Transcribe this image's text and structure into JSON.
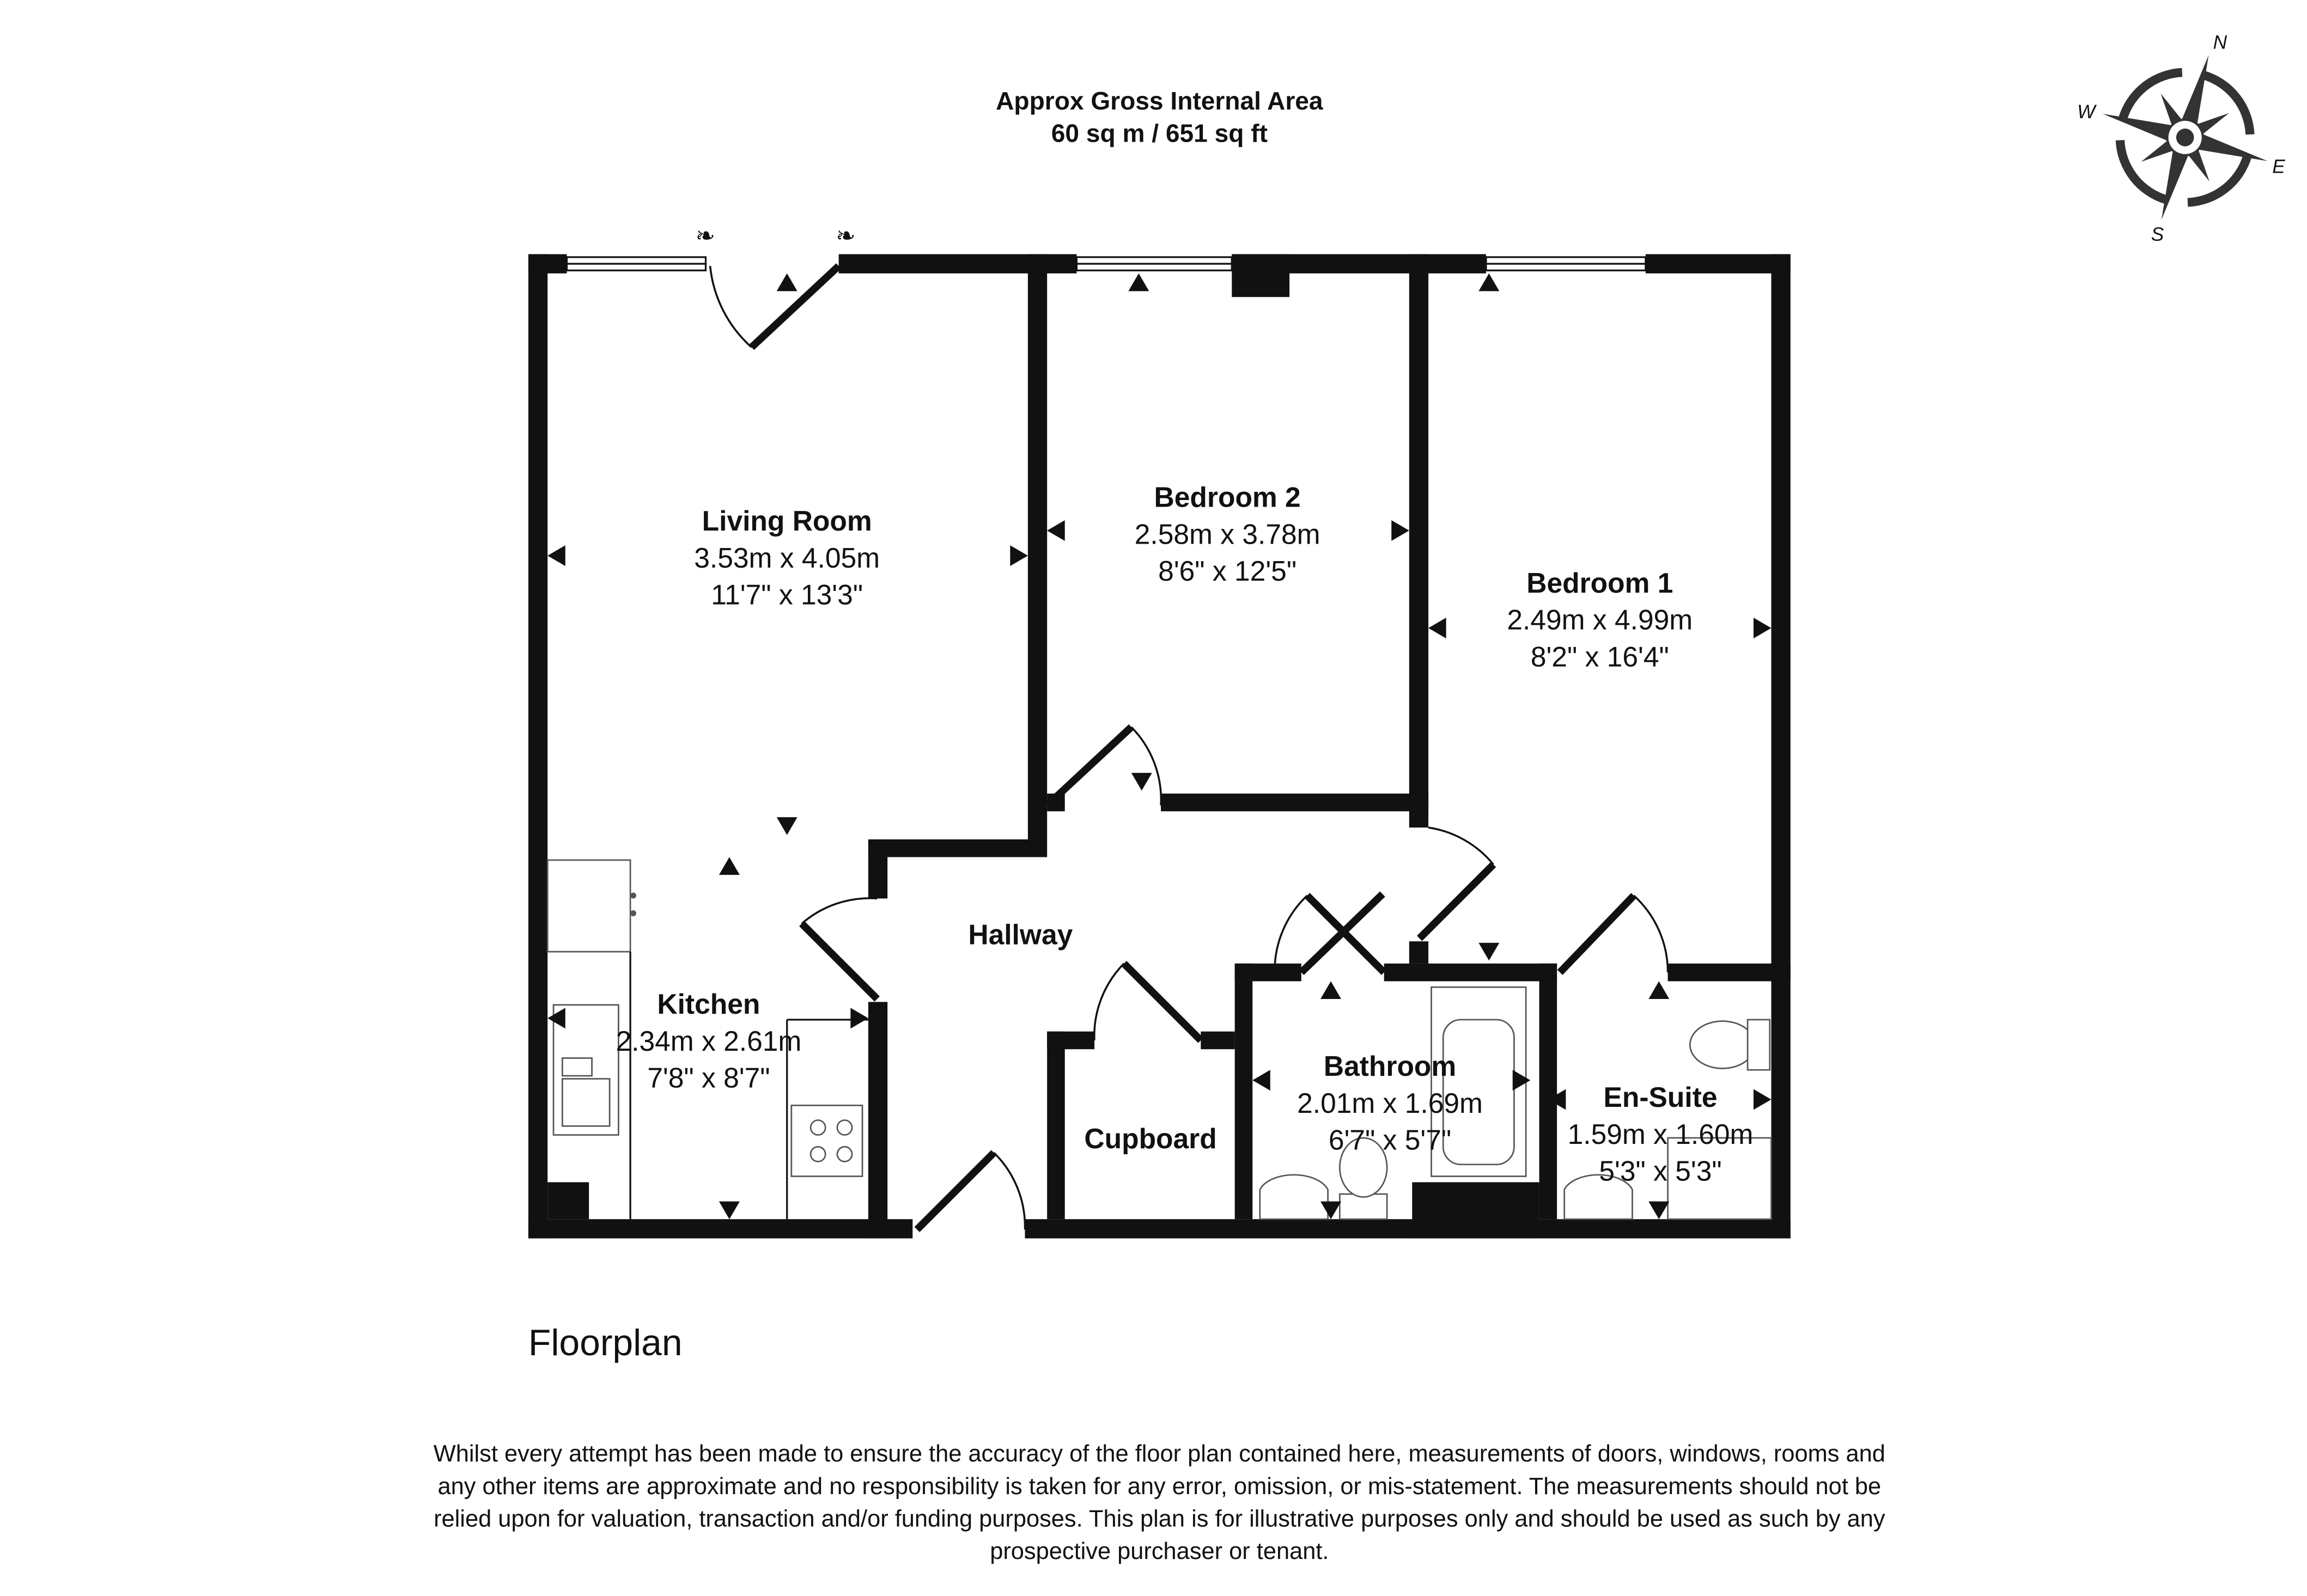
{
  "header": {
    "title": "Approx Gross Internal Area",
    "area": "60 sq m / 651 sq ft"
  },
  "compass": {
    "n": "N",
    "e": "E",
    "s": "S",
    "w": "W"
  },
  "rooms": [
    {
      "name": "Living Room",
      "metric": "3.53m x 4.05m",
      "imperial": "11'7\" x 13'3\""
    },
    {
      "name": "Bedroom 2",
      "metric": "2.58m x 3.78m",
      "imperial": "8'6\" x 12'5\""
    },
    {
      "name": "Bedroom 1",
      "metric": "2.49m x 4.99m",
      "imperial": "8'2\" x 16'4\""
    },
    {
      "name": "Kitchen",
      "metric": "2.34m x 2.61m",
      "imperial": "7'8\" x 8'7\""
    },
    {
      "name": "Bathroom",
      "metric": "2.01m x 1.69m",
      "imperial": "6'7\" x 5'7\""
    },
    {
      "name": "En-Suite",
      "metric": "1.59m x 1.60m",
      "imperial": "5'3\" x 5'3\""
    },
    {
      "name": "Hallway"
    },
    {
      "name": "Cupboard"
    }
  ],
  "floor_label": "Floorplan",
  "disclaimer": [
    "Whilst every attempt has been made to ensure the accuracy of the floor plan contained here, measurements of doors, windows, rooms and",
    "any other items are approximate and no responsibility is taken for any error, omission, or mis-statement. The measurements should not be",
    "relied upon for valuation, transaction and/or funding purposes. This plan is for illustrative purposes only and should be used as such by any",
    "prospective purchaser or tenant."
  ]
}
